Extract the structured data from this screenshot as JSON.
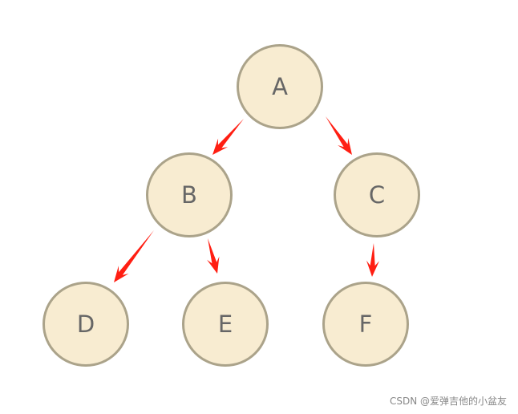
{
  "nodes": [
    {
      "label": "A"
    },
    {
      "label": "B"
    },
    {
      "label": "C"
    },
    {
      "label": "D"
    },
    {
      "label": "E"
    },
    {
      "label": "F"
    }
  ],
  "edges": [
    [
      "A",
      "B"
    ],
    [
      "A",
      "C"
    ],
    [
      "B",
      "D"
    ],
    [
      "B",
      "E"
    ],
    [
      "C",
      "F"
    ]
  ],
  "colors": {
    "arrow": "#ff1e12",
    "node_fill": "#f8ecd1",
    "node_border": "#aba38a"
  },
  "watermark": "CSDN @爱弹吉他的小盆友"
}
